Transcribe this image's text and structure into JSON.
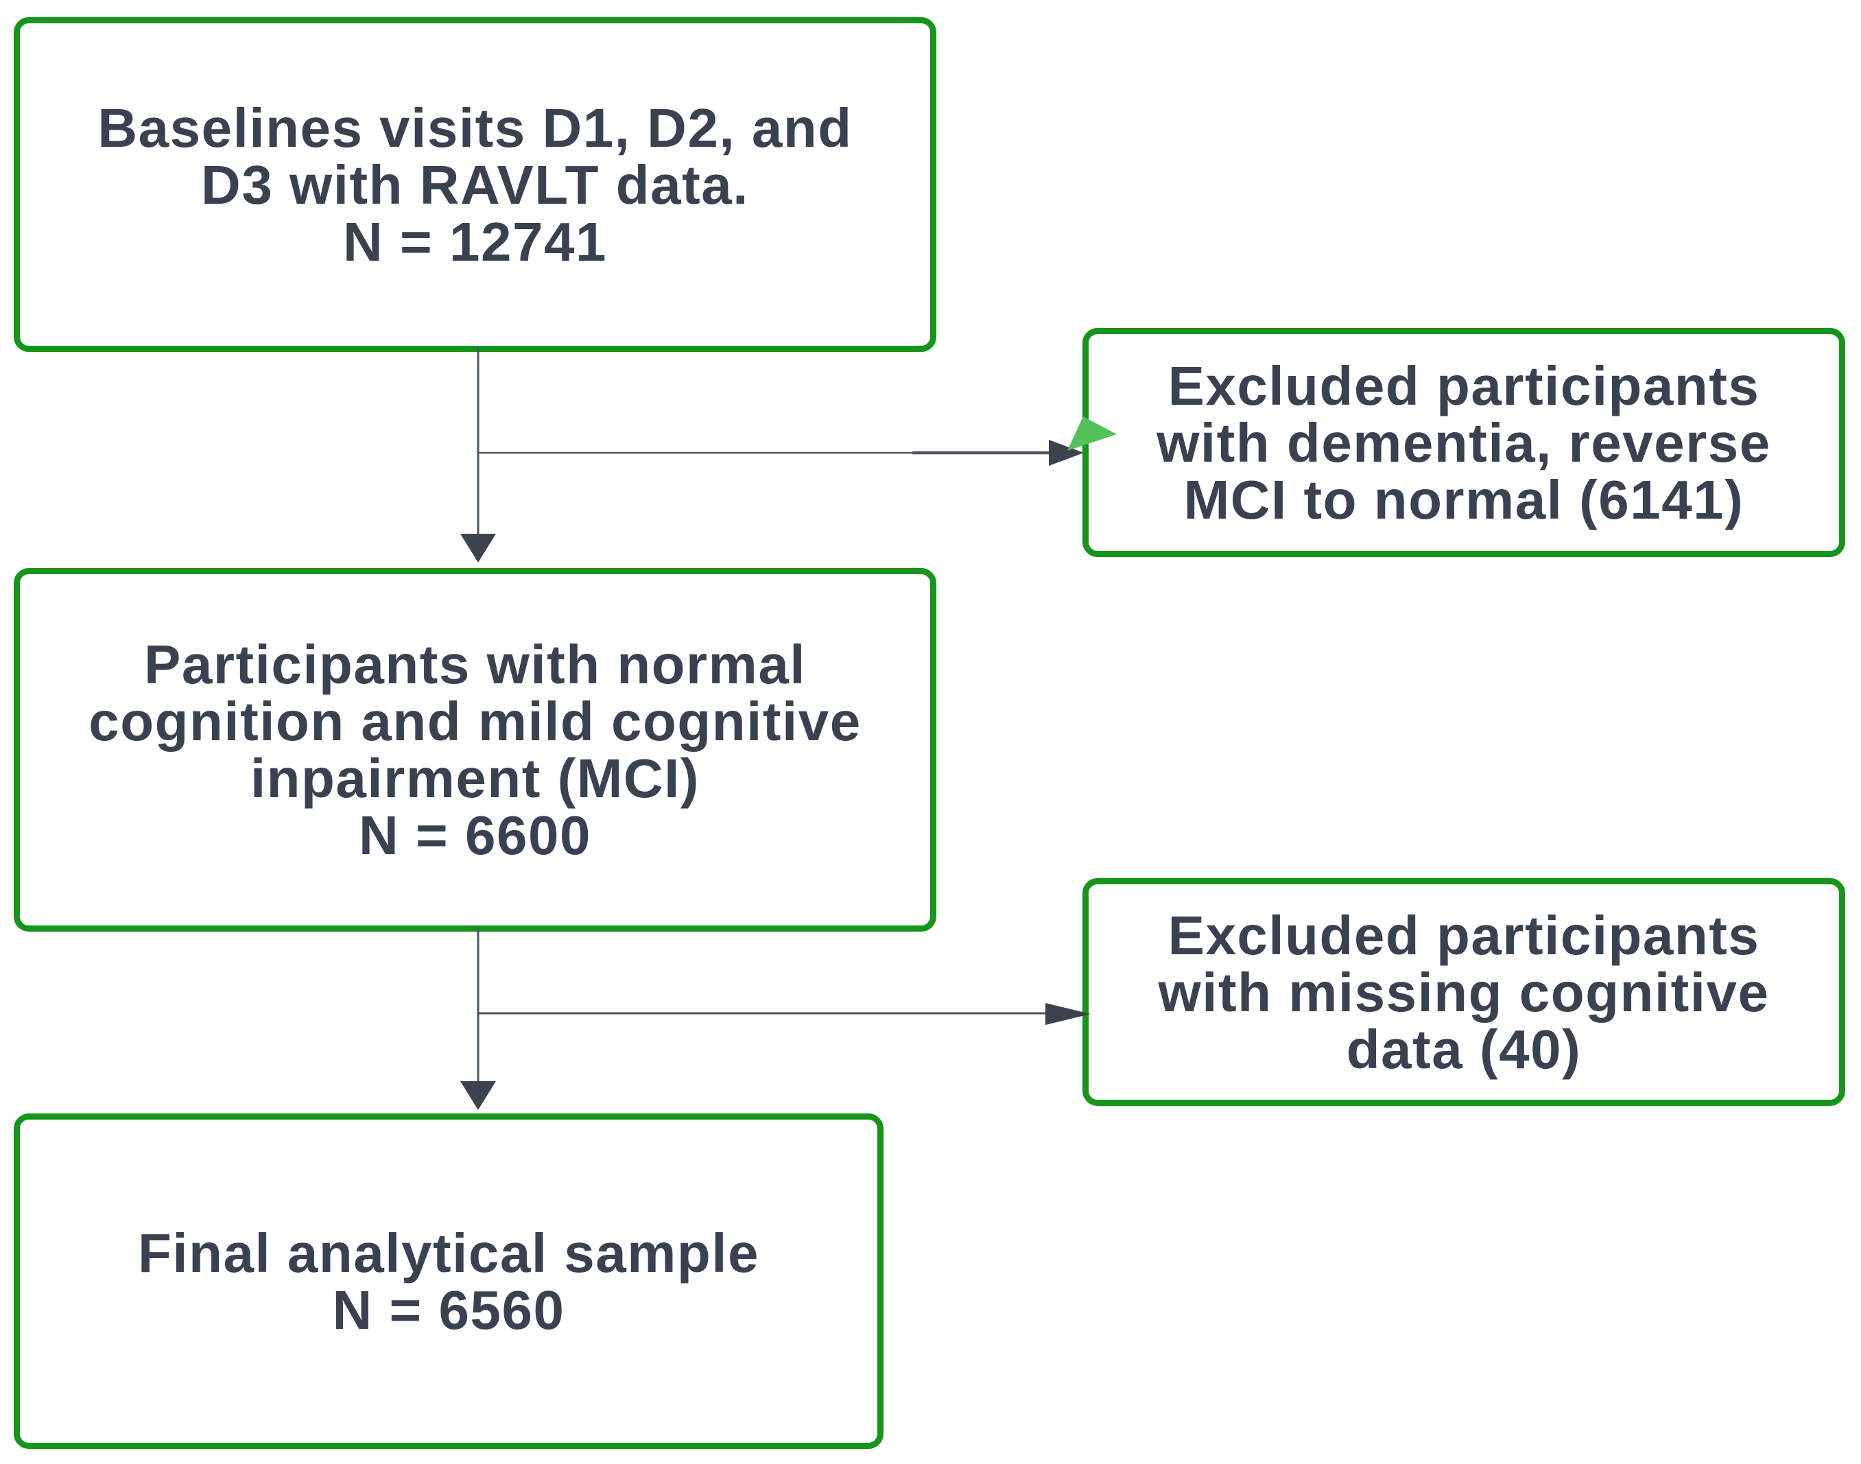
{
  "diagram": {
    "boxes": [
      {
        "id": "baseline",
        "lines": [
          "Baselines visits D1, D2, and",
          "D3 with RAVLT data.",
          "N = 12741"
        ]
      },
      {
        "id": "excluded_dementia",
        "lines": [
          "Excluded participants",
          "with dementia, reverse",
          "MCI to normal (6141)"
        ]
      },
      {
        "id": "cohort",
        "lines": [
          "Participants with normal",
          "cognition and mild cognitive",
          "inpairment (MCI)",
          "N = 6600"
        ]
      },
      {
        "id": "excluded_missing",
        "lines": [
          "Excluded participants",
          "with missing cognitive",
          "data (40)"
        ]
      },
      {
        "id": "final_sample",
        "lines": [
          "Final analytical sample",
          "N = 6560"
        ]
      }
    ],
    "connectors": [
      {
        "name": "baseline-to-cohort",
        "type": "arrow-down"
      },
      {
        "name": "baseline-to-excluded-dementia",
        "type": "arrow-right"
      },
      {
        "name": "excluded-dementia-green-arrowhead",
        "type": "arrowhead-green"
      },
      {
        "name": "cohort-to-final",
        "type": "arrow-down"
      },
      {
        "name": "cohort-to-excluded-missing",
        "type": "arrow-right"
      }
    ],
    "colors": {
      "background": "#ffffff",
      "box_fill": "#ffffff",
      "box_border": "#15961b",
      "text": "#3a4150",
      "connector_line": "#4e5562",
      "arrowhead": "#3c434f",
      "green_arrowhead": "#52c15a"
    }
  }
}
